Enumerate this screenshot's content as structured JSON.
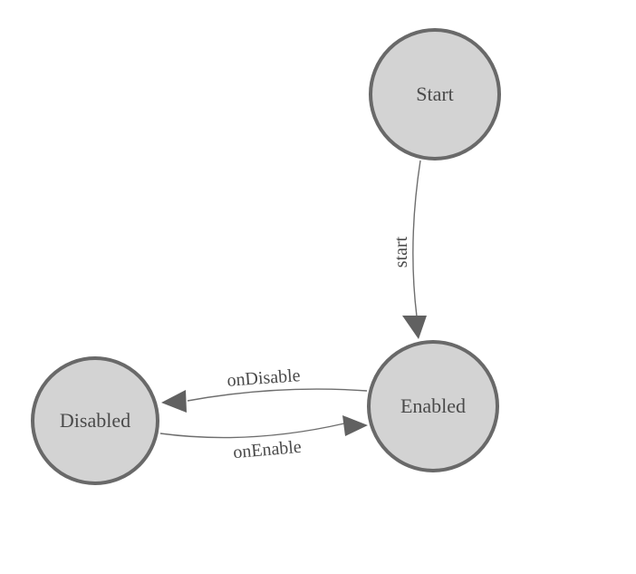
{
  "diagram": {
    "type": "state-machine",
    "background": "#ffffff",
    "colors": {
      "node_fill": "#d3d3d3",
      "node_border": "#696969",
      "edge_stroke": "#6e6e6e",
      "arrowhead_fill": "#616161",
      "label_text": "#4a4a4a"
    },
    "nodes": [
      {
        "id": "start",
        "label": "Start"
      },
      {
        "id": "enabled",
        "label": "Enabled"
      },
      {
        "id": "disabled",
        "label": "Disabled"
      }
    ],
    "edges": [
      {
        "from": "start",
        "to": "enabled",
        "label": "start"
      },
      {
        "from": "enabled",
        "to": "disabled",
        "label": "onDisable"
      },
      {
        "from": "disabled",
        "to": "enabled",
        "label": "onEnable"
      }
    ]
  }
}
